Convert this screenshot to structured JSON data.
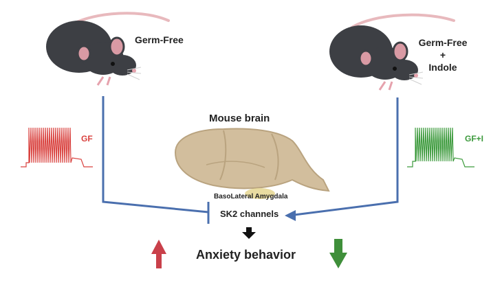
{
  "left_mouse": {
    "label": "Germ-Free"
  },
  "right_mouse": {
    "line1": "Germ-Free",
    "line2": "+",
    "line3": "Indole"
  },
  "left_trace": {
    "label": "GF",
    "color": "#d9423f"
  },
  "right_trace": {
    "label": "GF+I",
    "color": "#3c9a3c"
  },
  "brain": {
    "title": "Mouse brain",
    "region": "BasoLateral Amygdala"
  },
  "channels": {
    "label": "SK2 channels"
  },
  "outcome": {
    "label": "Anxiety behavior"
  },
  "colors": {
    "pathway": "#4a6fae",
    "increase": "#c9404a",
    "decrease": "#3f8f3a"
  },
  "icons": [
    "mouse-icon",
    "brain-icon",
    "up-arrow-icon",
    "down-arrow-icon",
    "down-arrow-small-icon"
  ]
}
